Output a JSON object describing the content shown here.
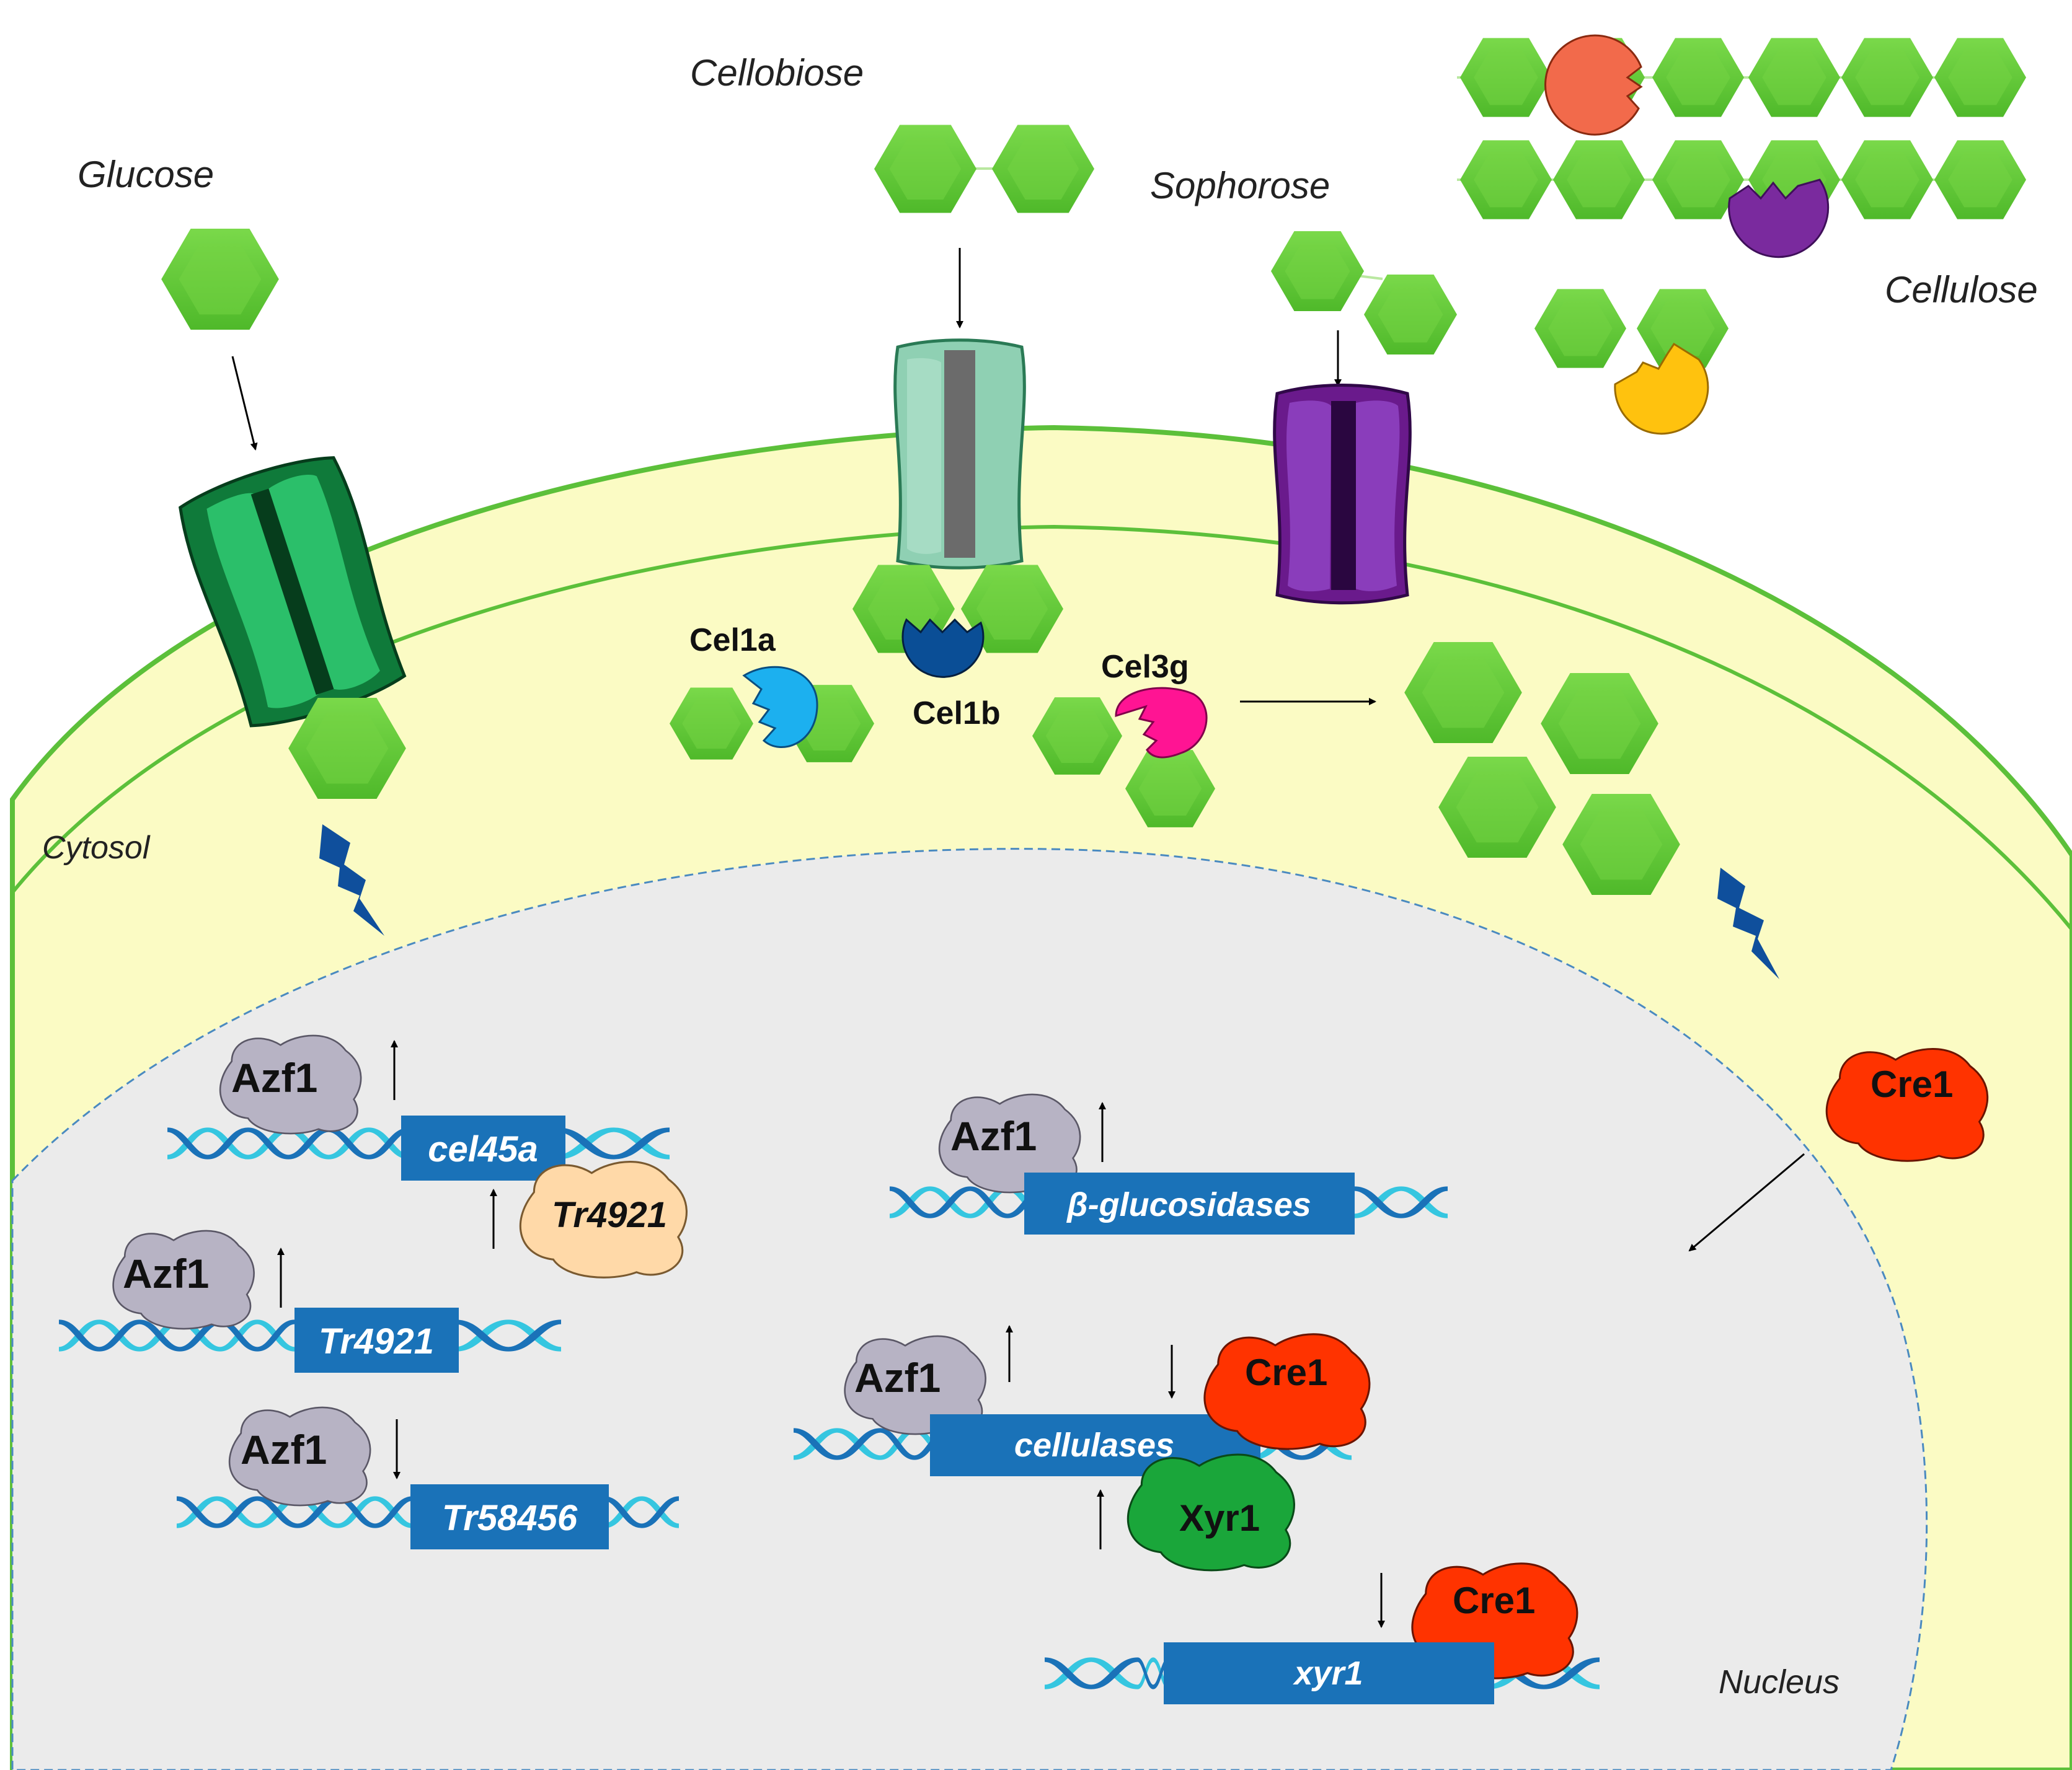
{
  "labels": {
    "glucose": "Glucose",
    "cellobiose": "Cellobiose",
    "sophorose": "Sophorose",
    "cellulose": "Cellulose",
    "cytosol": "Cytosol",
    "nucleus": "Nucleus"
  },
  "enzymes": {
    "cel1a": "Cel1a",
    "cel1b": "Cel1b",
    "cel3g": "Cel3g"
  },
  "proteins": {
    "azf1": "Azf1",
    "cre1": "Cre1",
    "xyr1": "Xyr1",
    "tr4921": "Tr4921"
  },
  "genes": {
    "cel45a": "cel45a",
    "tr4921": "Tr4921",
    "tr58456": "Tr58456",
    "beta_glucosidases": "β-glucosidases",
    "cellulases": "cellulases",
    "xyr1": "xyr1"
  },
  "colors": {
    "hexagon": "#6ccf3a",
    "cell_fill": "#fbfbc4",
    "cell_border": "#5cc03a",
    "nucleus_fill": "#ebebeb",
    "gene_box": "#1a72b8",
    "dna_a": "#35c6e0",
    "dna_b": "#1a72b8",
    "azf1": "#b7b3c4",
    "cre1": "#ff3300",
    "xyr1": "#1aa63a",
    "tr4921": "#ffd9a8",
    "cel1a": "#1cb0ef",
    "cel1b": "#0a4e96",
    "cel3g": "#ff1493",
    "lightning": "#0f4f9c"
  }
}
